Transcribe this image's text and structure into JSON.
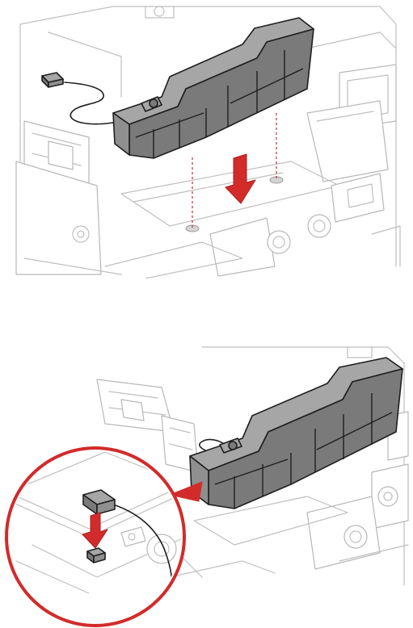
{
  "figures": [
    {
      "step": "install-speaker",
      "elements": [
        "chassis-lines",
        "speaker-module",
        "speaker-cable",
        "speaker-connector",
        "guide-lines",
        "mounting-holes",
        "down-arrow"
      ]
    },
    {
      "step": "connect-speaker-cable",
      "elements": [
        "chassis-lines",
        "speaker-module-installed",
        "detail-callout",
        "connector",
        "connector-arrow",
        "board-header"
      ]
    }
  ],
  "colors": {
    "line_art": "#bfbfbf",
    "part_fill": "#8f8f8f",
    "part_outline": "#1e1e1e",
    "arrow": "#d22b2b",
    "guide_line": "#c02a2a"
  },
  "icons": {
    "down-arrow": "install-direction-arrow",
    "connector-arrow": "connect-direction-arrow",
    "callout": "magnified-detail-circle"
  }
}
